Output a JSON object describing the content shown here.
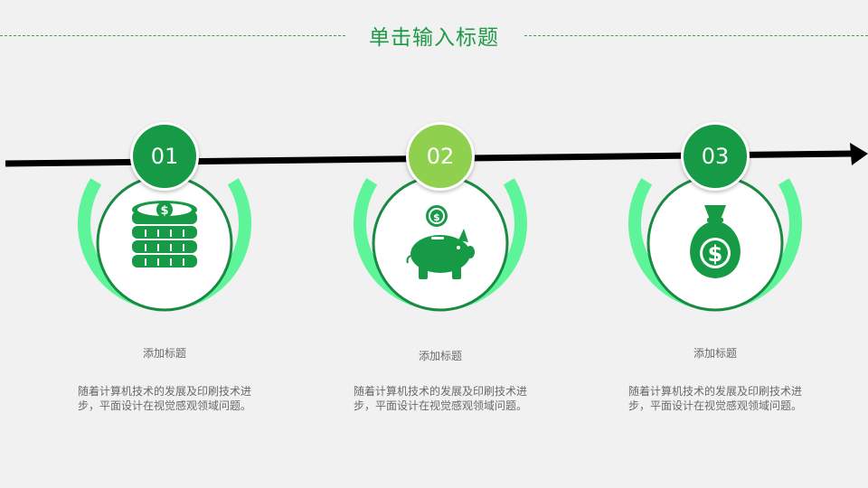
{
  "header": {
    "title": "单击输入标题"
  },
  "colors": {
    "dark_green": "#169a45",
    "light_green": "#8fd14f",
    "ring": "#5ef59a",
    "arrow": "#000000",
    "background": "#f1f1f1"
  },
  "steps": [
    {
      "number": "01",
      "icon": "coin-stack-icon",
      "badge_color": "#169a45",
      "title": "添加标题",
      "description": "随着计算机技术的发展及印刷技术进步，平面设计在视觉感观领域问题。"
    },
    {
      "number": "02",
      "icon": "piggy-bank-icon",
      "badge_color": "#8fd14f",
      "title": "添加标题",
      "description": "随着计算机技术的发展及印刷技术进步，平面设计在视觉感观领域问题。"
    },
    {
      "number": "03",
      "icon": "money-bag-icon",
      "badge_color": "#169a45",
      "title": "添加标题",
      "description": "随着计算机技术的发展及印刷技术进步，平面设计在视觉感观领域问题。"
    }
  ]
}
